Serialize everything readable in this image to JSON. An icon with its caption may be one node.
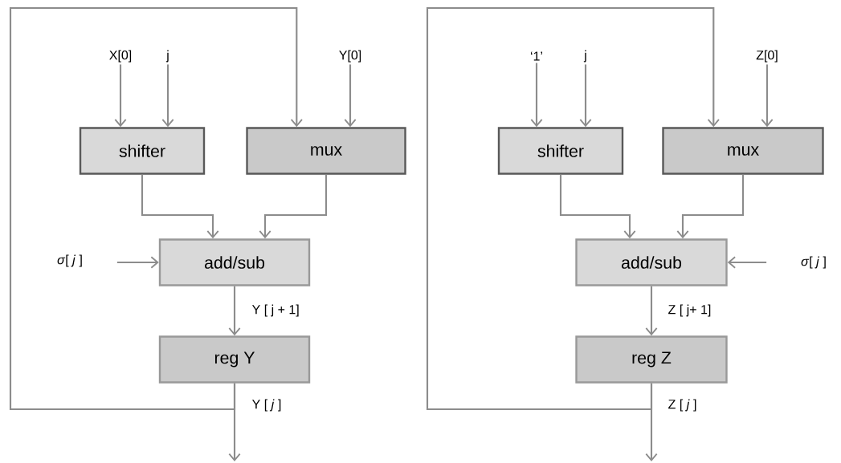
{
  "diagram": {
    "nodes": [
      {
        "text": [
          "shifter"
        ]
      },
      {
        "text": [
          "mux"
        ]
      },
      {
        "text": [
          "add/sub"
        ]
      },
      {
        "text": [
          "reg Y"
        ]
      },
      {
        "text": [
          "X[0]"
        ]
      },
      {
        "text": [
          "j"
        ]
      },
      {
        "text": [
          "Y[0]"
        ]
      },
      {
        "text": [
          "*σ*[ *j* ]"
        ]
      },
      {
        "text": [
          "shifter"
        ]
      },
      {
        "text": [
          "mux"
        ]
      },
      {
        "text": [
          "add/sub"
        ]
      },
      {
        "text": [
          "reg Z"
        ]
      },
      {
        "text": [
          "‘1’"
        ]
      },
      {
        "text": [
          "j"
        ]
      },
      {
        "text": [
          "Z[0]"
        ]
      },
      {
        "text": [
          "*σ*[ *j* ]"
        ]
      }
    ],
    "edges": [
      {
        "from": 4,
        "to": 0,
        "arrow": "to"
      },
      {
        "from": 5,
        "to": 0,
        "arrow": "to"
      },
      {
        "from": 6,
        "to": 1,
        "arrow": "to"
      },
      {
        "from": 0,
        "to": 2,
        "arrow": "to"
      },
      {
        "from": 1,
        "to": 2,
        "arrow": "to"
      },
      {
        "from": 7,
        "to": 2,
        "arrow": "to"
      },
      {
        "from": 2,
        "to": 3,
        "arrow": "to",
        "label": "Y [ j + 1]"
      },
      {
        "from": 3,
        "to": 1,
        "arrow": "to"
      },
      {
        "from": 3,
        "to": null,
        "arrow": "to",
        "label": "Y [ *j* ]"
      },
      {
        "from": 12,
        "to": 8,
        "arrow": "to"
      },
      {
        "from": 13,
        "to": 8,
        "arrow": "to"
      },
      {
        "from": 14,
        "to": 9,
        "arrow": "to"
      },
      {
        "from": 8,
        "to": 10,
        "arrow": "to"
      },
      {
        "from": 9,
        "to": 10,
        "arrow": "to"
      },
      {
        "from": 15,
        "to": 10,
        "arrow": "to"
      },
      {
        "from": 10,
        "to": 11,
        "arrow": "to",
        "label": "Z [ j+  1]"
      },
      {
        "from": 11,
        "to": 9,
        "arrow": "to"
      },
      {
        "from": 11,
        "to": null,
        "arrow": "to",
        "label": "Z [ *j* ]"
      }
    ]
  }
}
